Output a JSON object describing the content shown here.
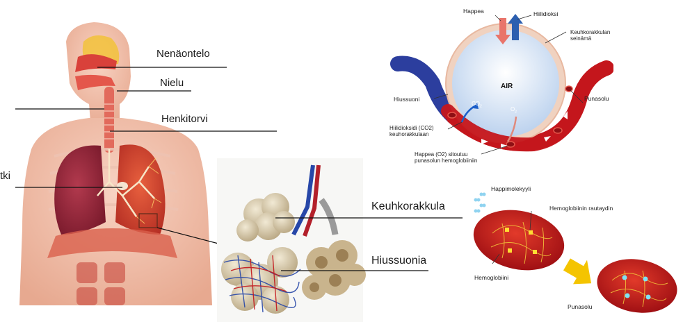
{
  "respiratory_labels": {
    "nasal_cavity": "Nenäontelo",
    "pharynx": "Nielu",
    "trachea": "Henkitorvi",
    "bronchi_fragment": "tki"
  },
  "alveoli_labels": {
    "alveolus": "Keuhkorakkula",
    "capillaries": "Hiussuonia"
  },
  "gas_exchange": {
    "oxygen_in": "Happea",
    "co2_out": "Hiilidioksi",
    "alveolar_wall": "Keuhkorakkulan seinämä",
    "air": "AIR",
    "capillary": "Hiussuoni",
    "red_cell": "Punasolu",
    "co2_symbol": "CO",
    "co2_sub": "2",
    "o2_symbol": "O",
    "o2_sub": "2",
    "co2_to_alveolus": "Hiilidioksidi (CO2) keuhorakkulaan",
    "o2_binding": "Happea (O2) sitoutuu punasolun hemoglobiiniin"
  },
  "hemoglobin": {
    "oxygen_molecules": "Happimolekyyli",
    "heme_iron": "Hemoglobiinin rautaydin",
    "hemoglobin": "Hemoglobiini",
    "red_cell": "Punasolu"
  },
  "colors": {
    "blood_red": "#c4161c",
    "vein_blue": "#2c3e9e",
    "air_blue": "#cfe0f6",
    "label_line": "#111111",
    "arrow_yellow": "#f4c400"
  }
}
